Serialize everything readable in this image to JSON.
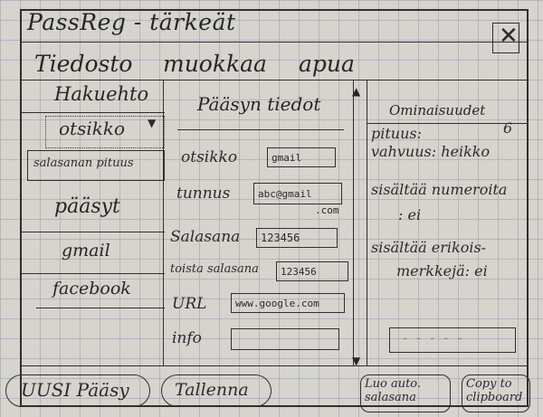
{
  "app": {
    "title": "PassReg - tärkeät",
    "close_icon": "close-icon"
  },
  "menu": {
    "file": "Tiedosto",
    "edit": "muokkaa",
    "help": "apua"
  },
  "sidebar": {
    "search_label": "Hakuehto",
    "filter_title": "otsikko",
    "filter_length": "salasanan pituus",
    "entries_label": "pääsyt",
    "entries": [
      "gmail",
      "facebook"
    ]
  },
  "details": {
    "title": "Pääsyn tiedot",
    "fields": {
      "title": {
        "label": "otsikko",
        "value": "gmail"
      },
      "username": {
        "label": "tunnus",
        "value": "abc@gmail",
        "suffix": ".com"
      },
      "password": {
        "label": "Salasana",
        "value": "123456"
      },
      "repeat_password": {
        "label": "toista salasana",
        "value": "123456"
      },
      "url": {
        "label": "URL",
        "value": "www.google.com"
      },
      "info": {
        "label": "info",
        "value": ""
      }
    }
  },
  "properties": {
    "title": "Ominaisuudet",
    "length_label": "pituus:",
    "length_value": "6",
    "strength": "vahvuus: heikko",
    "contains_numbers_label": "sisältää numeroita",
    "contains_numbers_value": ": ei",
    "contains_special_1": "sisältää erikois-",
    "contains_special_2": "merkkejä: ei",
    "generated_placeholder": "- - - - -"
  },
  "footer": {
    "new_entry": "UUSI Pääsy",
    "save": "Tallenna",
    "generate_line1": "Luo auto.",
    "generate_line2": "salasana",
    "copy_line1": "Copy to",
    "copy_line2": "clipboard"
  }
}
